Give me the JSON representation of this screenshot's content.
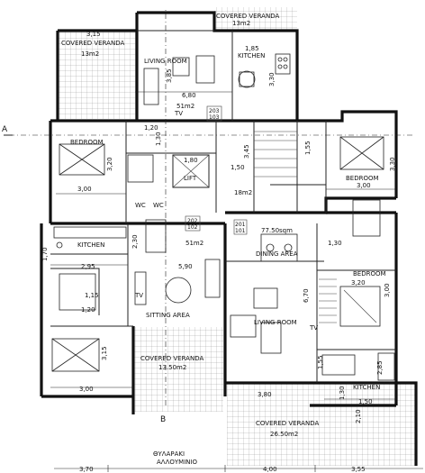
{
  "rooms": {
    "covered_veranda_top_right": "COVERED VERANDA",
    "covered_veranda_top_right_area": "13m2",
    "covered_veranda_top_left": "COVERED VERANDA",
    "covered_veranda_top_left_area": "13m2",
    "living_room_top": "LIVING ROOM",
    "kitchen_top": "KITCHEN",
    "top_unit_area": "51m2",
    "bedroom_left": "BEDROOM",
    "bedroom_right": "BEDROOM",
    "lift": "LIFT",
    "stair_area": "18m2",
    "apartment_area": "77.50sqm",
    "dining_area": "DINING AREA",
    "kitchen_left": "KITCHEN",
    "unit_left_area": "51m2",
    "bedroom_lower_right": "BEDROOM",
    "sitting_area": "SITTING AREA",
    "living_room_lower": "LIVING ROOM",
    "covered_veranda_lower_left": "COVERED VERANDA",
    "covered_veranda_lower_left_area": "13.50m2",
    "kitchen_lower_right": "KITCHEN",
    "covered_veranda_bottom": "COVERED VERANDA",
    "covered_veranda_bottom_area": "26.50m2"
  },
  "labels": {
    "unit_203": "203",
    "unit_103": "103",
    "unit_202": "202",
    "unit_102": "102",
    "unit_201": "201",
    "unit_101": "101",
    "tv_top": "TV",
    "tv_left": "TV",
    "tv_right": "TV",
    "wc_left": "WC",
    "wc_mid": "WC",
    "section_a": "A",
    "section_b": "B",
    "mailbox_line1": "ΘΥΛΑΡΑΚΙ",
    "mailbox_line2": "ΑΛΛΟΥΜΙΝΙΟ"
  },
  "dimensions": {
    "d_315": "3,15",
    "d_185": "1,85",
    "d_385": "3,85",
    "d_330_top": "3,30",
    "d_680": "6,80",
    "d_120": "1,20",
    "d_130_mid": "1,30",
    "d_320": "3,20",
    "d_180": "1,80",
    "d_150": "1,50",
    "d_345": "3,45",
    "d_155_mid": "1,55",
    "d_300_left": "3,00",
    "d_300_right": "3,00",
    "d_330_right": "3,30",
    "d_230": "2,30",
    "d_130_right": "1,30",
    "d_170": "1,70",
    "d_295": "2,95",
    "d_590": "5,90",
    "d_320_right": "3,20",
    "d_300_br": "3,00",
    "d_115": "1,15",
    "d_670": "6,70",
    "d_315_lower": "3,15",
    "d_155_lower": "1,55",
    "d_285": "2,85",
    "d_300_bottom": "3,00",
    "d_380": "3,80",
    "d_150_lower": "1,50",
    "d_210": "2,10",
    "d_370": "3,70",
    "d_400": "4,00",
    "d_355": "3,55",
    "d_120_lower": "1,20",
    "d_130_kit": "1,30"
  }
}
